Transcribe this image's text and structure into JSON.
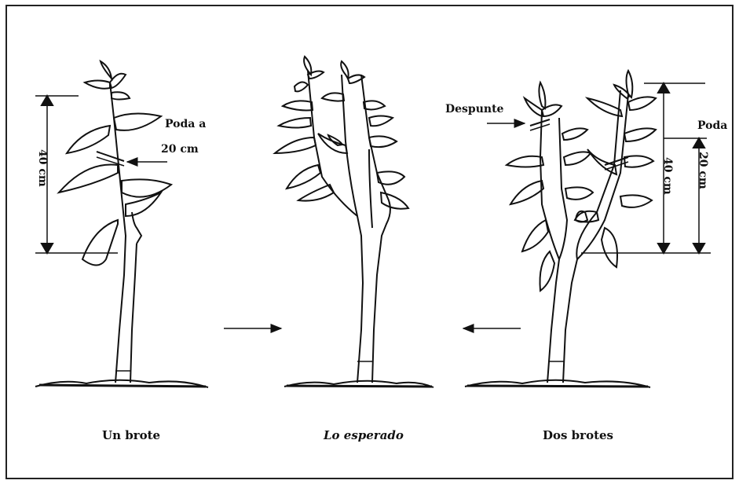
{
  "plants": [
    {
      "caption": "Un brote",
      "measure_label": "40 cm",
      "cut_label_line1": "Poda a",
      "cut_label_line2": "20 cm"
    },
    {
      "caption": "Lo esperado"
    },
    {
      "caption": "Dos brotes",
      "top_label": "Despunte",
      "cut_label": "Poda",
      "measure_label": "40 cm",
      "cut_measure_label": "20 cm"
    }
  ],
  "colors": {
    "ink": "#111111",
    "paper": "#ffffff"
  }
}
